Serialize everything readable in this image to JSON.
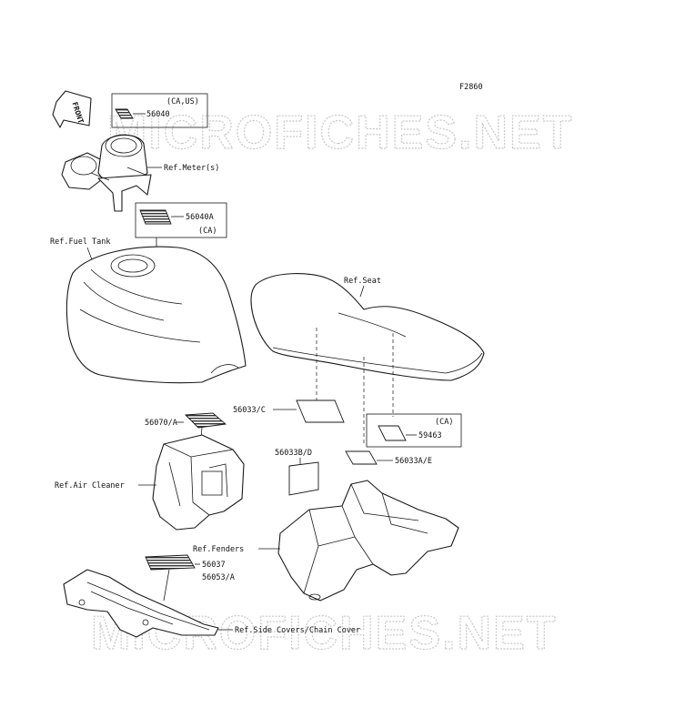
{
  "figure_id": "F2860",
  "watermark": "MICROFICHES.NET",
  "front_arrow": "FRONT",
  "labels": {
    "p56040": "56040",
    "p56040_note": "(CA,US)",
    "ref_meters": "Ref.Meter(s)",
    "p56040A": "56040A",
    "p56040A_note": "(CA)",
    "ref_fuel_tank": "Ref.Fuel Tank",
    "ref_seat": "Ref.Seat",
    "p56033C": "56033/C",
    "p59463_note": "(CA)",
    "p59463": "59463",
    "p56070A": "56070/A",
    "p56033BD": "56033B/D",
    "p56033AE": "56033A/E",
    "ref_air_cleaner": "Ref.Air Cleaner",
    "ref_fenders": "Ref.Fenders",
    "p56037": "56037",
    "p56053A": "56053/A",
    "ref_side_covers": "Ref.Side Covers/Chain Cover"
  }
}
